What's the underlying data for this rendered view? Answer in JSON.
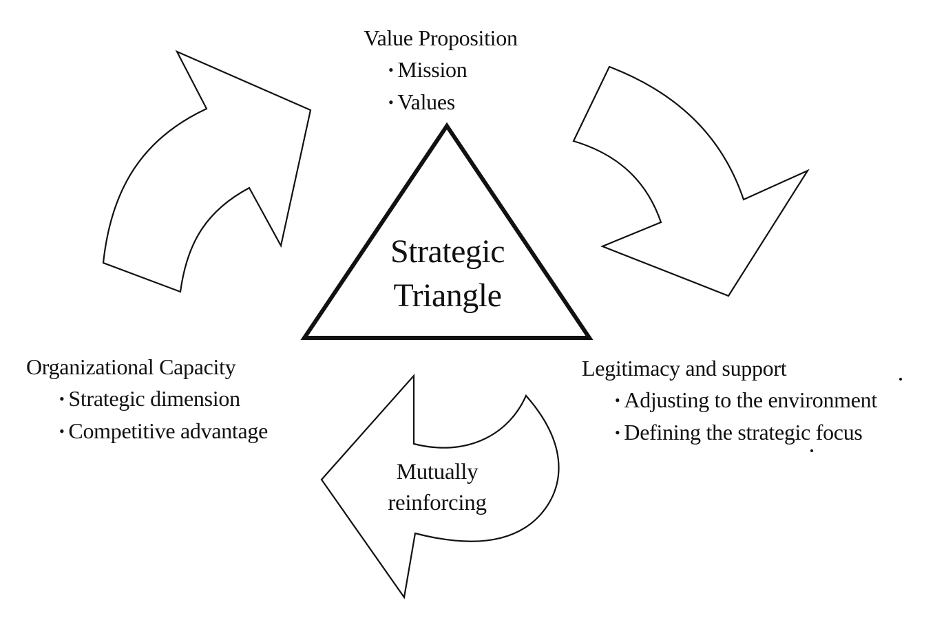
{
  "value_proposition": {
    "heading": "Value Proposition",
    "items": [
      "Mission",
      "Values"
    ]
  },
  "center": {
    "line1": "Strategic",
    "line2": "Triangle"
  },
  "organizational_capacity": {
    "heading": "Organizational Capacity",
    "items": [
      "Strategic dimension",
      "Competitive advantage"
    ]
  },
  "legitimacy": {
    "heading": "Legitimacy and support",
    "items": [
      "Adjusting to the environment",
      "Defining the strategic focus"
    ]
  },
  "bottom_arrow": {
    "line1": "Mutually",
    "line2": "reinforcing"
  },
  "colors": {
    "stroke": "#111111",
    "background": "#ffffff"
  }
}
